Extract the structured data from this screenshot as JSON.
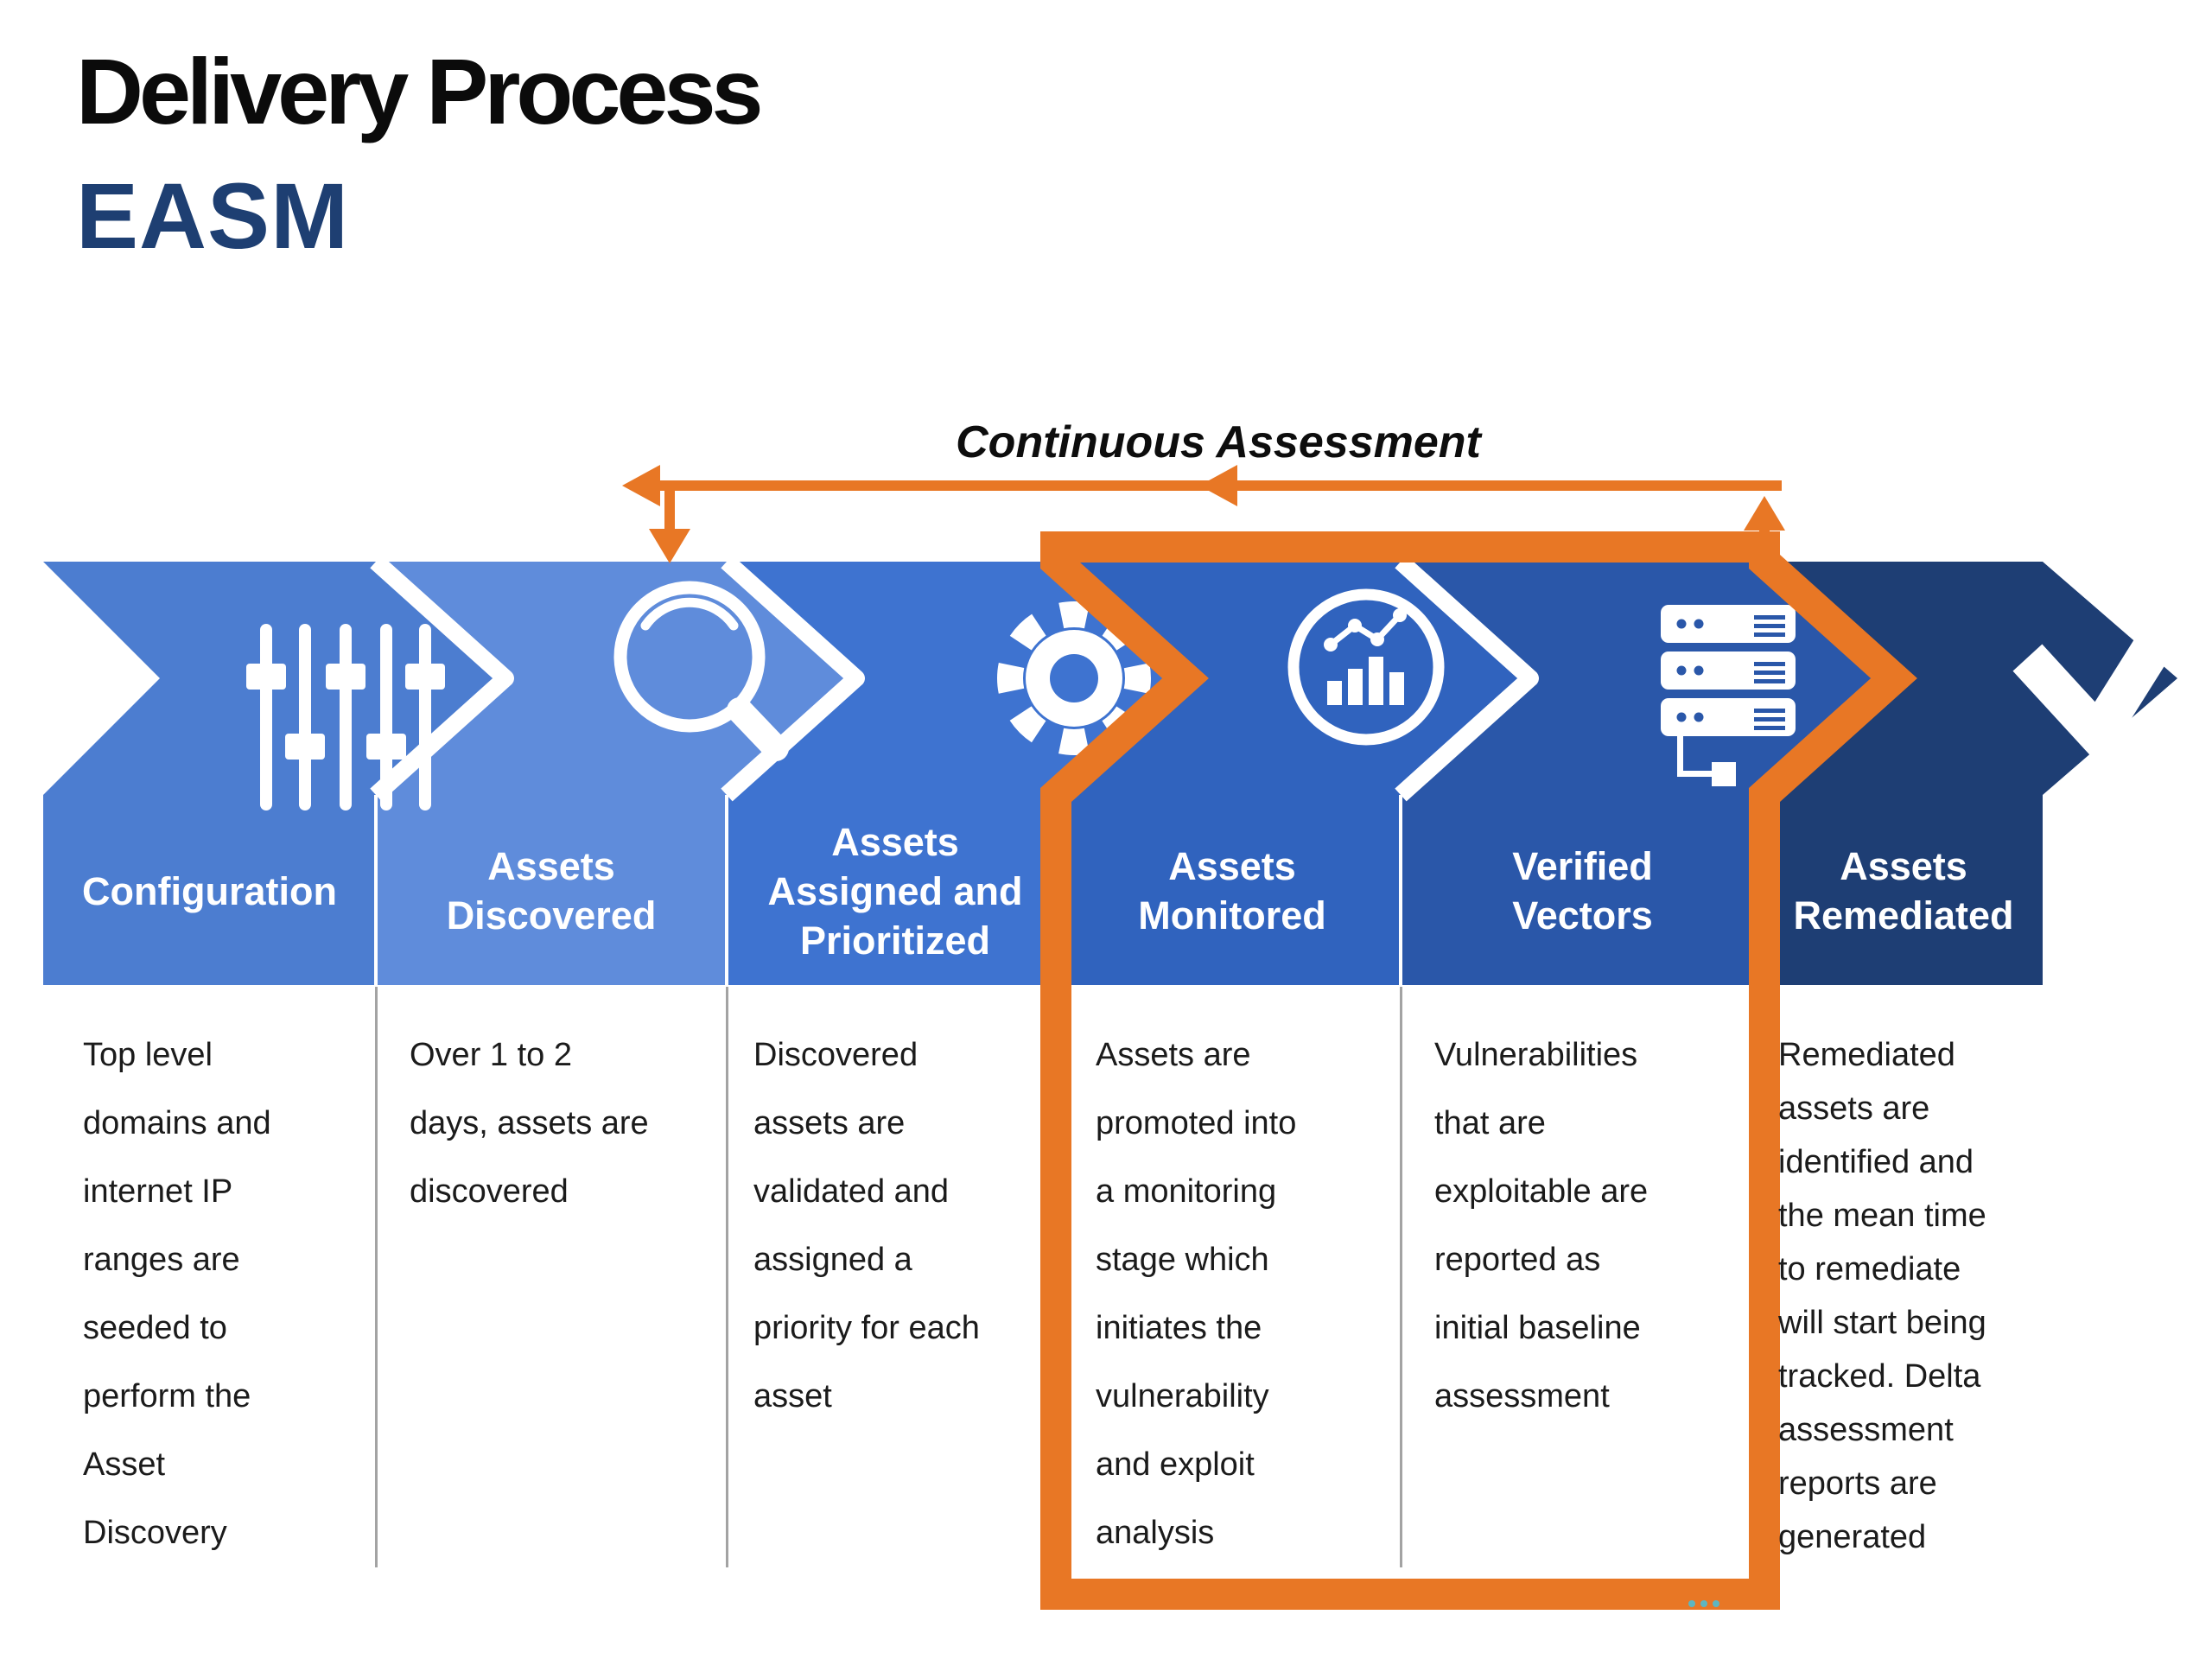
{
  "header": {
    "title": "Delivery Process",
    "subtitle": "EASM"
  },
  "annotation": {
    "label": "Continuous Assessment"
  },
  "stages": [
    {
      "label": "Configuration",
      "description": "Top level\ndomains and\ninternet IP\nranges are\nseeded to\nperform the\nAsset\nDiscovery",
      "color": "#4c7dd0",
      "icon": "sliders-icon"
    },
    {
      "label": "Assets\nDiscovered",
      "description": "Over 1 to 2\ndays, assets are\ndiscovered",
      "color": "#5f8cdb",
      "icon": "magnifier-icon"
    },
    {
      "label": "Assets\nAssigned and\nPrioritized",
      "description": "Discovered\nassets are\nvalidated and\nassigned a\npriority for each\nasset",
      "color": "#3e73d0",
      "icon": "gear-icon"
    },
    {
      "label": "Assets\nMonitored",
      "description": "Assets are\npromoted into\na monitoring\nstage which\ninitiates the\nvulnerability\nand exploit\nanalysis",
      "color": "#3063be",
      "icon": "monitoring-chart-icon"
    },
    {
      "label": "Verified\nVectors",
      "description": "Vulnerabilities\nthat are\nexploitable are\nreported as\ninitial baseline\nassessment",
      "color": "#2a57a9",
      "icon": "servers-icon"
    },
    {
      "label": "Assets\nRemediated",
      "description": "Remediated\nassets are\nidentified and\nthe mean time\nto remediate\nwill start being\ntracked.  Delta\nassessment\nreports are\ngenerated",
      "color": "#1e3e74",
      "icon": "checkmark-icon"
    }
  ],
  "colors": {
    "accent_orange": "#e87725",
    "subtitle_blue": "#1e3f72",
    "divider_gray": "#a3a3a3",
    "icon_white": "#ffffff",
    "artifact_cyan": "#45c2dc"
  }
}
